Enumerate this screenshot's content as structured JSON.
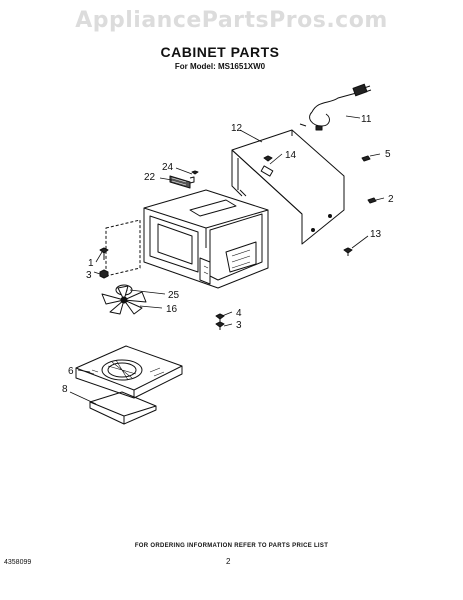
{
  "watermark": "AppliancePartsPros.com",
  "header": {
    "title": "CABINET PARTS",
    "subtitle": "For Model: MS1651XW0"
  },
  "callouts": {
    "c11": "11",
    "c12": "12",
    "c14": "14",
    "c5": "5",
    "c2": "2",
    "c13": "13",
    "c24": "24",
    "c22": "22",
    "c1": "1",
    "c3a": "3",
    "c25": "25",
    "c16": "16",
    "c4": "4",
    "c3b": "3",
    "c6": "6",
    "c8": "8"
  },
  "footer": {
    "note": "FOR ORDERING INFORMATION REFER TO PARTS PRICE LIST",
    "part_number": "4358099",
    "page": "2"
  }
}
